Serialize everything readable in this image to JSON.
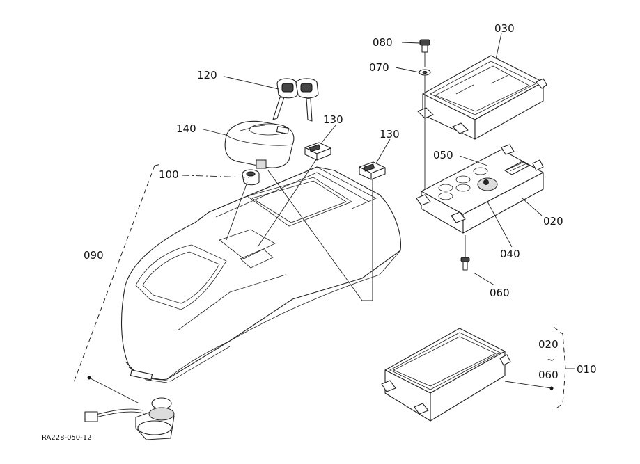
{
  "diagram": {
    "reference_code": "RA228-050-12",
    "callouts": {
      "p010": "010",
      "p020": "020",
      "p020_range": "020",
      "tilde": "~",
      "p060_range": "060",
      "p030": "030",
      "p040": "040",
      "p050": "050",
      "p060": "060",
      "p070": "070",
      "p080": "080",
      "p090": "090",
      "p100": "100",
      "p120": "120",
      "p130_a": "130",
      "p130_b": "130",
      "p140": "140"
    }
  }
}
